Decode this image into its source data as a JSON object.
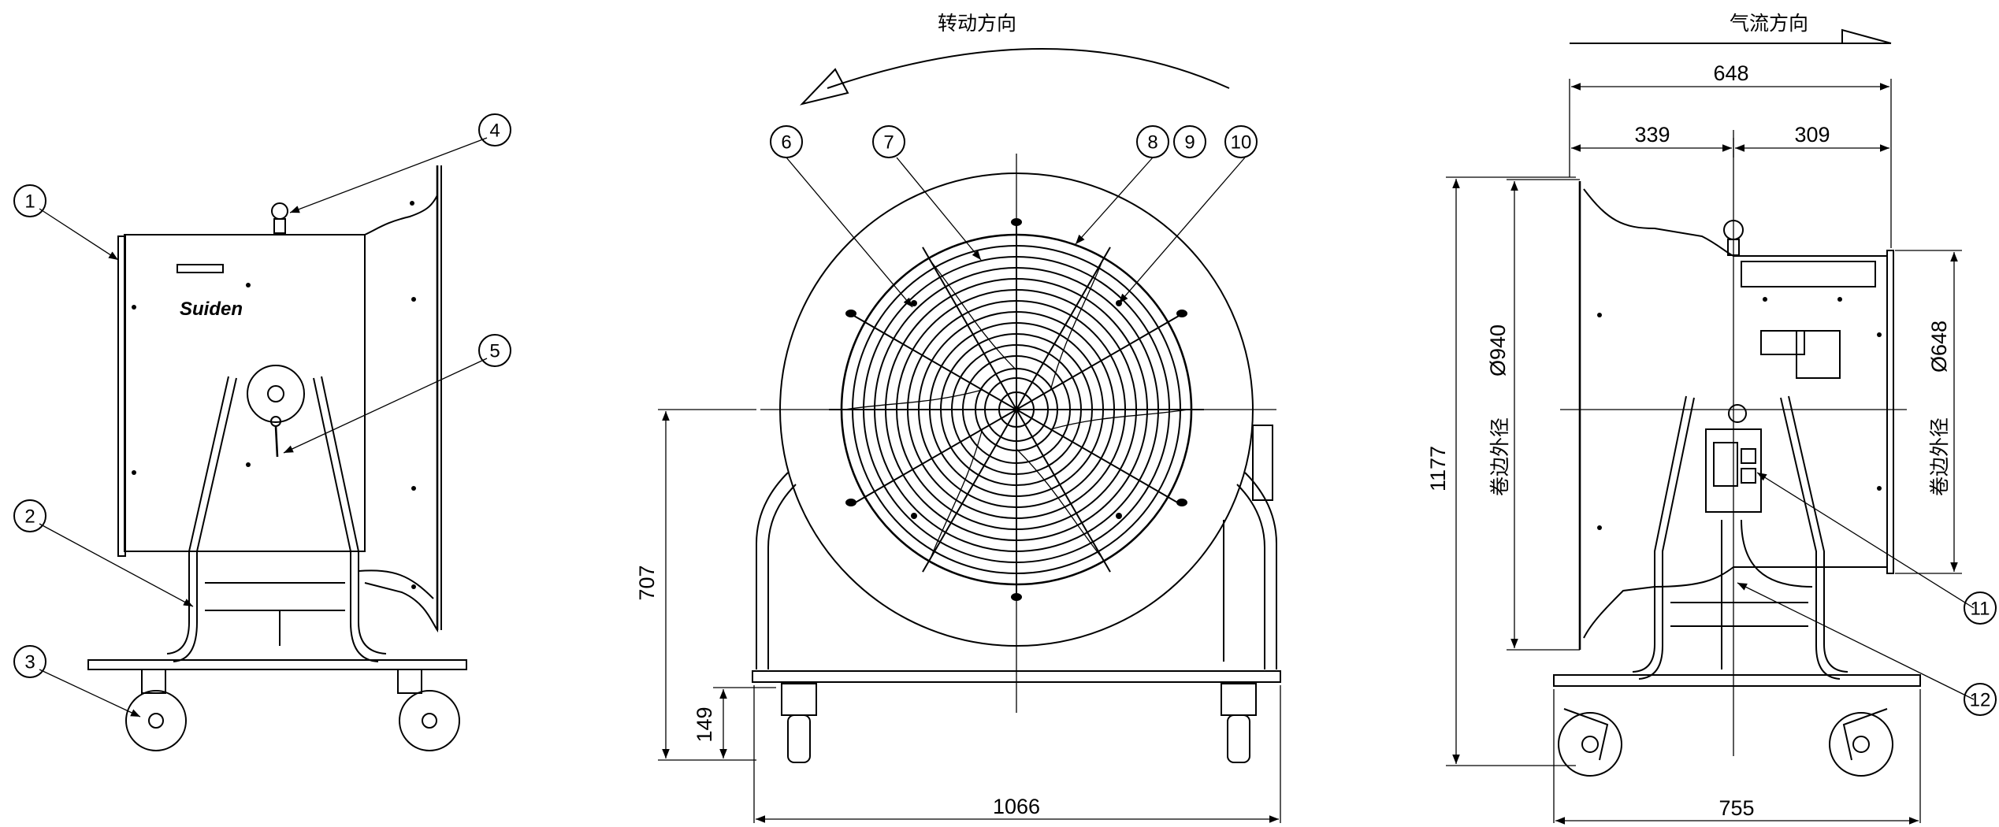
{
  "brand_label": "Suiden",
  "views": {
    "front": {
      "rotation_label": "转动方向"
    },
    "side": {
      "airflow_label": "气流方向",
      "inlet_label": "卷边外径",
      "outlet_label": "卷边外径"
    }
  },
  "dimensions": {
    "d648_top": "648",
    "d339": "339",
    "d309": "309",
    "d1177": "1177",
    "d940": "Ø940",
    "d648_dia": "Ø648",
    "d755": "755",
    "d707": "707",
    "d149": "149",
    "d1066": "1066"
  },
  "callouts": [
    "1",
    "2",
    "3",
    "4",
    "5",
    "6",
    "7",
    "8",
    "9",
    "10",
    "11",
    "12"
  ]
}
